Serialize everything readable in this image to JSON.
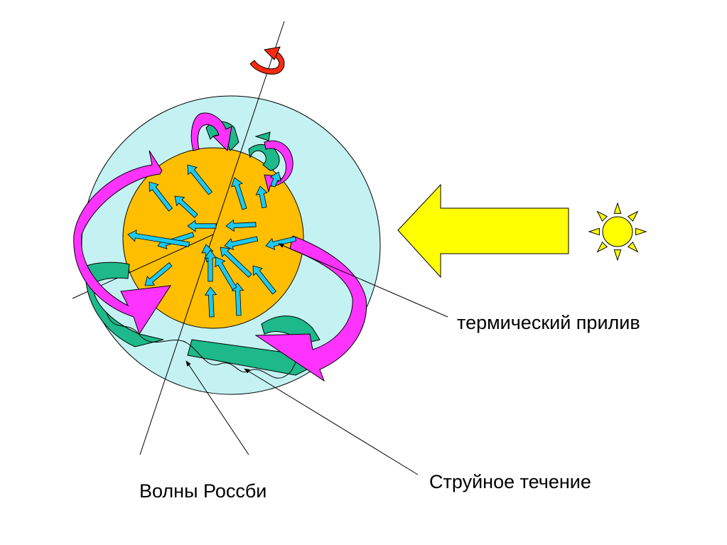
{
  "labels": {
    "thermal_tide": "термический прилив",
    "jet_stream": "Струйное течение",
    "rossby_waves": "Волны Россби"
  },
  "colors": {
    "atmosphere": "#c4f2f2",
    "planet": "#ffbf00",
    "wind_arrow": "#1ec8ee",
    "thermal_tide_arrow": "#ff33ff",
    "jet_stream_band": "#1db98a",
    "rotation_arrow": "#ff2a10",
    "solar_arrow": "#ffff00",
    "sun": "#ffff00",
    "outline": "#000000"
  },
  "icons": {
    "sun": "sun-icon",
    "rotation": "rotation-arrow-icon",
    "solar_flux": "solar-flux-arrow-icon"
  }
}
